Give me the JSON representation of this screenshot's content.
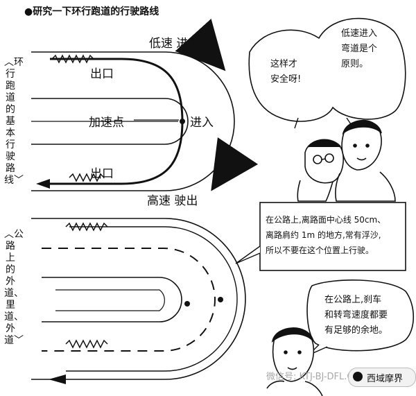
{
  "title": "●研究一下环行跑道的行驶路线",
  "top_diagram": {
    "side_label": "︿环行跑道的基本行驶路线﹀",
    "low_speed_enter": "低速  进入",
    "exit_top": "出口",
    "accel_point": "加速点",
    "enter": "进入",
    "exit_bottom": "出口",
    "high_speed_exit": "高速  驶出"
  },
  "bubbles": {
    "left": "这样才\n安全呀!",
    "right": "低速进入\n弯道是个\n原则。",
    "road_note": "在公路上,离路面中心线 50cm、\n离路肩约 1m 的地方,常有浮沙,\n所以不要在这个位置上行驶。",
    "brake_note": "在公路上,刹车\n和转弯速度都要\n有足够的余地。"
  },
  "bottom_diagram": {
    "side_label": "︿公路上的外道、里道、外道﹀"
  },
  "watermark": {
    "text": "微信号: KTJ-BJ-DFL.COM",
    "brand": "西域摩界"
  }
}
